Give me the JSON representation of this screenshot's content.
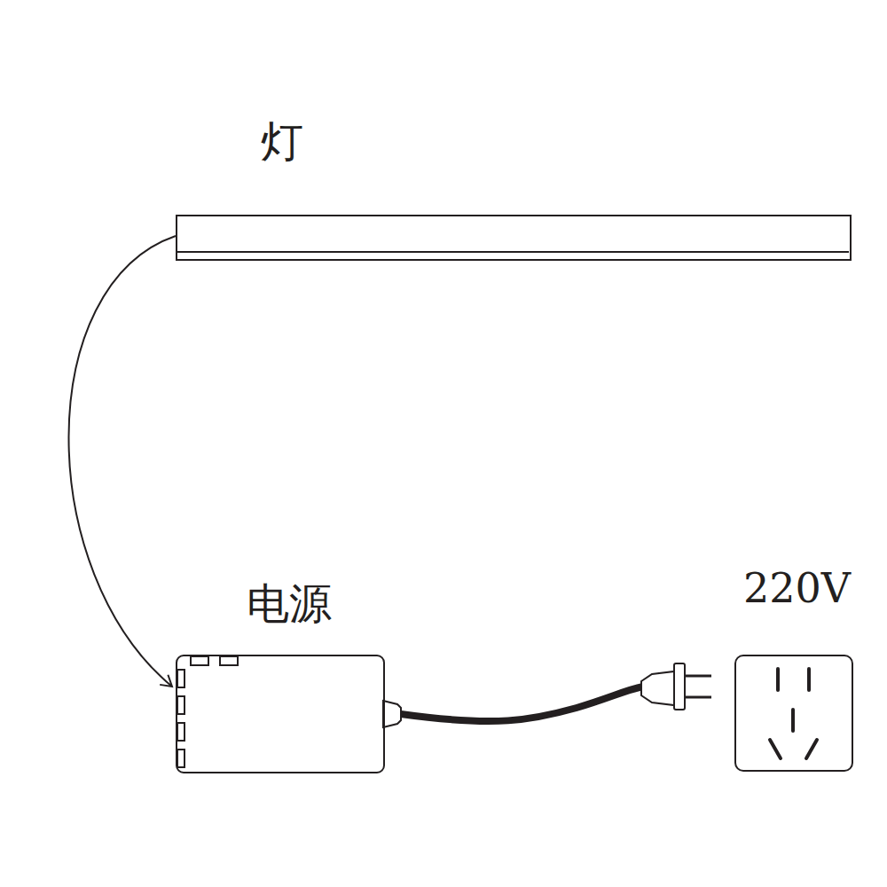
{
  "diagram": {
    "nodes": [
      {
        "text": [
          "灯"
        ]
      },
      {
        "text": [
          "电源"
        ]
      },
      {
        "text": [
          "220V"
        ]
      }
    ],
    "edges": [
      {
        "from": 0,
        "to": 1,
        "arrow": "to"
      }
    ]
  }
}
